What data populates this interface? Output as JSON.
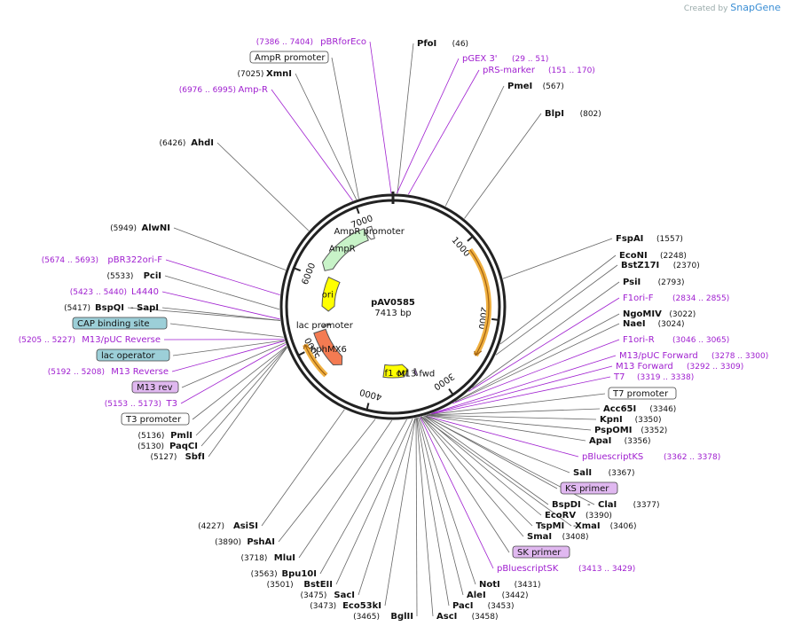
{
  "credit": {
    "prefix": "Created by",
    "brand": "SnapGene"
  },
  "plasmid": {
    "name": "pAV0585",
    "length_text": "7413 bp",
    "length_bp": 7413
  },
  "ticks": [
    {
      "bp": 1000,
      "label": "1000"
    },
    {
      "bp": 2000,
      "label": "2000"
    },
    {
      "bp": 3000,
      "label": "3000"
    },
    {
      "bp": 4000,
      "label": "4000"
    },
    {
      "bp": 5000,
      "label": "5000"
    },
    {
      "bp": 6000,
      "label": "6000"
    },
    {
      "bp": 7000,
      "label": "7000"
    }
  ],
  "features": [
    {
      "name": "AmpR",
      "start": 6134,
      "end": 6995,
      "color": "#c8f3c8",
      "direction": "reverse"
    },
    {
      "name": "AmpR promoter",
      "start": 7000,
      "end": 7104,
      "color": "#ffffff",
      "direction": "reverse"
    },
    {
      "name": "ori",
      "start": 5480,
      "end": 6068,
      "color": "#ffff00",
      "direction": "reverse"
    },
    {
      "name": "lac promoter",
      "start": 5230,
      "end": 5260,
      "color": "#ffffff",
      "direction": "forward"
    },
    {
      "name": "hphMX6",
      "start": 4560,
      "end": 5180,
      "color": "#f47b52",
      "direction": "reverse"
    },
    {
      "name": "f1 ori",
      "start": 3430,
      "end": 3870,
      "color": "#ffff00",
      "direction": "reverse"
    },
    {
      "name": "M13 fwd",
      "start": 3300,
      "end": 3330,
      "color": "#c080f0",
      "direction": "forward"
    }
  ],
  "arcs": [
    {
      "start": 1100,
      "end": 2480,
      "color": "#f0b040",
      "role": "orange-arc"
    },
    {
      "start": 4620,
      "end": 5080,
      "color": "#f0b040",
      "role": "orange-arc"
    }
  ],
  "sites": [
    {
      "name": "PfoI",
      "pos": "(46)",
      "kind": "enzyme"
    },
    {
      "name": "PmeI",
      "pos": "(567)",
      "kind": "enzyme"
    },
    {
      "name": "BlpI",
      "pos": "(802)",
      "kind": "enzyme"
    },
    {
      "name": "FspAI",
      "pos": "(1557)",
      "kind": "enzyme"
    },
    {
      "name": "EcoNI",
      "pos": "(2248)",
      "kind": "enzyme"
    },
    {
      "name": "BstZ17I",
      "pos": "(2370)",
      "kind": "enzyme"
    },
    {
      "name": "PsiI",
      "pos": "(2793)",
      "kind": "enzyme"
    },
    {
      "name": "F1ori-F",
      "pos": "(2834 .. 2855)",
      "kind": "primer"
    },
    {
      "name": "NgoMIV",
      "pos": "(3022)",
      "kind": "enzyme"
    },
    {
      "name": "NaeI",
      "pos": "(3024)",
      "kind": "enzyme"
    },
    {
      "name": "F1ori-R",
      "pos": "(3046 .. 3065)",
      "kind": "primer"
    },
    {
      "name": "M13/pUC Forward",
      "pos": "(3278 .. 3300)",
      "kind": "primer"
    },
    {
      "name": "M13 Forward",
      "pos": "(3292 .. 3309)",
      "kind": "primer"
    },
    {
      "name": "T7",
      "pos": "(3319 .. 3338)",
      "kind": "primer"
    },
    {
      "name": "T7 promoter",
      "pos": "",
      "kind": "box-white"
    },
    {
      "name": "Acc65I",
      "pos": "(3346)",
      "kind": "enzyme"
    },
    {
      "name": "KpnI",
      "pos": "(3350)",
      "kind": "enzyme"
    },
    {
      "name": "PspOMI",
      "pos": "(3352)",
      "kind": "enzyme"
    },
    {
      "name": "ApaI",
      "pos": "(3356)",
      "kind": "enzyme"
    },
    {
      "name": "pBluescriptKS",
      "pos": "(3362 .. 3378)",
      "kind": "primer"
    },
    {
      "name": "SalI",
      "pos": "(3367)",
      "kind": "enzyme"
    },
    {
      "name": "KS primer",
      "pos": "",
      "kind": "box-purple"
    },
    {
      "name": "BspDI",
      "pos": "",
      "kind": "enzyme"
    },
    {
      "name": "ClaI",
      "pos": "(3377)",
      "kind": "enzyme"
    },
    {
      "name": "EcoRV",
      "pos": "(3390)",
      "kind": "enzyme"
    },
    {
      "name": "TspMI",
      "pos": "",
      "kind": "enzyme"
    },
    {
      "name": "XmaI",
      "pos": "(3406)",
      "kind": "enzyme"
    },
    {
      "name": "SmaI",
      "pos": "(3408)",
      "kind": "enzyme"
    },
    {
      "name": "SK primer",
      "pos": "",
      "kind": "box-purple"
    },
    {
      "name": "pBluescriptSK",
      "pos": "(3413 .. 3429)",
      "kind": "primer"
    },
    {
      "name": "NotI",
      "pos": "(3431)",
      "kind": "enzyme"
    },
    {
      "name": "AleI",
      "pos": "(3442)",
      "kind": "enzyme"
    },
    {
      "name": "PacI",
      "pos": "(3453)",
      "kind": "enzyme"
    },
    {
      "name": "AscI",
      "pos": "(3458)",
      "kind": "enzyme"
    },
    {
      "name": "BglII",
      "pos": "(3465)",
      "kind": "enzyme"
    },
    {
      "name": "Eco53kI",
      "pos": "(3473)",
      "kind": "enzyme"
    },
    {
      "name": "SacI",
      "pos": "(3475)",
      "kind": "enzyme"
    },
    {
      "name": "BstEII",
      "pos": "(3501)",
      "kind": "enzyme"
    },
    {
      "name": "Bpu10I",
      "pos": "(3563)",
      "kind": "enzyme"
    },
    {
      "name": "MluI",
      "pos": "(3718)",
      "kind": "enzyme"
    },
    {
      "name": "PshAI",
      "pos": "(3890)",
      "kind": "enzyme"
    },
    {
      "name": "AsiSI",
      "pos": "(4227)",
      "kind": "enzyme"
    },
    {
      "name": "SbfI",
      "pos": "(5127)",
      "kind": "enzyme"
    },
    {
      "name": "PaqCI",
      "pos": "(5130)",
      "kind": "enzyme"
    },
    {
      "name": "PmlI",
      "pos": "(5136)",
      "kind": "enzyme"
    },
    {
      "name": "T3 promoter",
      "pos": "",
      "kind": "box-white"
    },
    {
      "name": "T3",
      "pos": "(5153 .. 5173)",
      "kind": "primer"
    },
    {
      "name": "M13 rev",
      "pos": "",
      "kind": "box-purple"
    },
    {
      "name": "M13 Reverse",
      "pos": "(5192 .. 5208)",
      "kind": "primer"
    },
    {
      "name": "lac operator",
      "pos": "",
      "kind": "box-teal"
    },
    {
      "name": "M13/pUC Reverse",
      "pos": "(5205 .. 5227)",
      "kind": "primer"
    },
    {
      "name": "CAP binding site",
      "pos": "",
      "kind": "box-teal"
    },
    {
      "name": "BspQI",
      "pos": "(5417)",
      "kind": "enzyme"
    },
    {
      "name": "SapI",
      "pos": "",
      "kind": "enzyme"
    },
    {
      "name": "L4440",
      "pos": "(5423 .. 5440)",
      "kind": "primer"
    },
    {
      "name": "PciI",
      "pos": "(5533)",
      "kind": "enzyme"
    },
    {
      "name": "pBR322ori-F",
      "pos": "(5674 .. 5693)",
      "kind": "primer"
    },
    {
      "name": "AlwNI",
      "pos": "(5949)",
      "kind": "enzyme"
    },
    {
      "name": "AhdI",
      "pos": "(6426)",
      "kind": "enzyme"
    },
    {
      "name": "Amp-R",
      "pos": "(6976 .. 6995)",
      "kind": "primer"
    },
    {
      "name": "XmnI",
      "pos": "(7025)",
      "kind": "enzyme"
    },
    {
      "name": "AmpR promoter",
      "pos": "",
      "kind": "box-white"
    },
    {
      "name": "pBRforEco",
      "pos": "(7386 .. 7404)",
      "kind": "primer"
    },
    {
      "name": "pGEX 3'",
      "pos": "(29 .. 51)",
      "kind": "primer"
    },
    {
      "name": "pRS-marker",
      "pos": "(151 .. 170)",
      "kind": "primer"
    }
  ]
}
